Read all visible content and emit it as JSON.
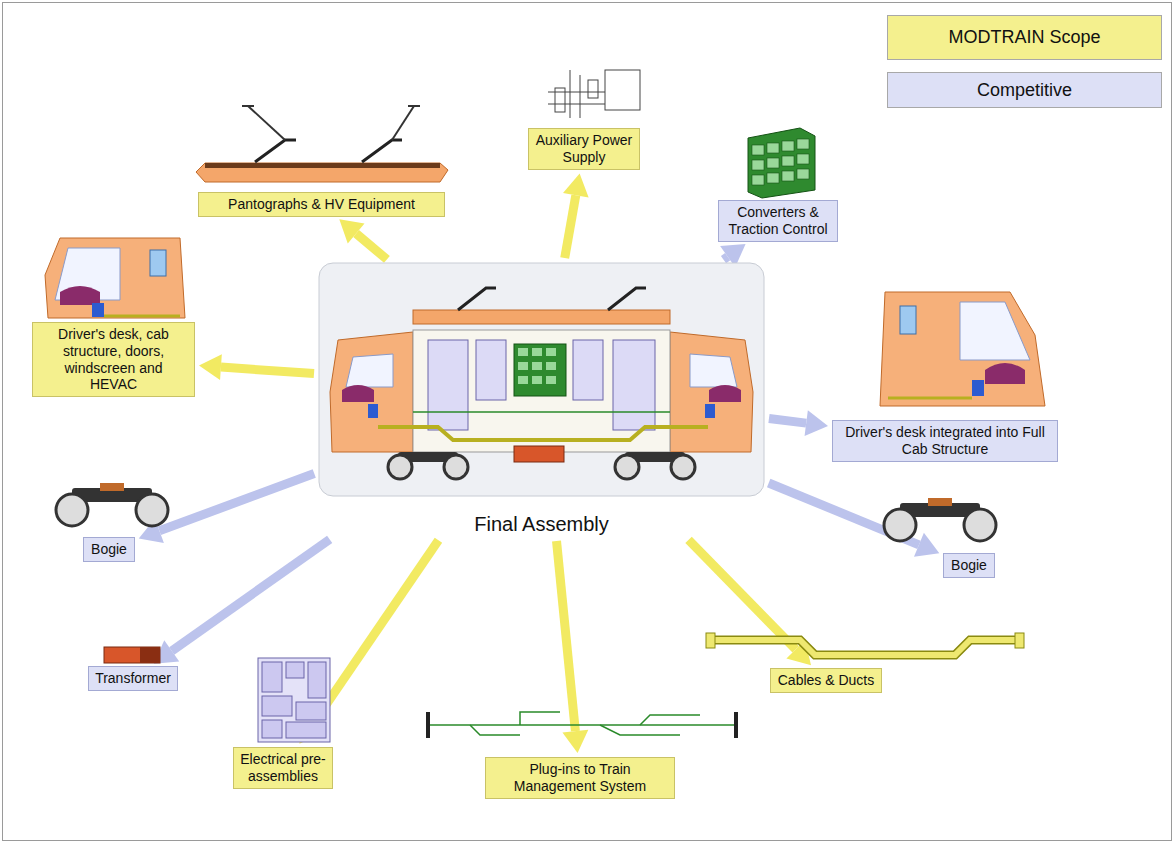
{
  "diagram": {
    "nodes": [
      {
        "text": [
          "Final Assembly"
        ]
      },
      {
        "text": [
          "Pantographs & HV Equipment"
        ]
      },
      {
        "text": [
          "Auxiliary Power Supply"
        ]
      },
      {
        "text": [
          "Converters & Traction Control"
        ]
      },
      {
        "text": [
          "Driver's desk, cab structure, doors, windscreen and HEVAC"
        ]
      },
      {
        "text": [
          "Driver's desk integrated into Full Cab Structure"
        ]
      },
      {
        "text": [
          "Bogie"
        ]
      },
      {
        "text": [
          "Bogie"
        ]
      },
      {
        "text": [
          "Transformer"
        ]
      },
      {
        "text": [
          "Electrical pre-assemblies"
        ]
      },
      {
        "text": [
          "Plug-ins to Train Management System"
        ]
      },
      {
        "text": [
          "Cables & Ducts"
        ]
      }
    ],
    "edges": [
      {
        "from": 0,
        "to": 1,
        "arrow": "to"
      },
      {
        "from": 0,
        "to": 2,
        "arrow": "to"
      },
      {
        "from": 0,
        "to": 3,
        "arrow": "to"
      },
      {
        "from": 0,
        "to": 4,
        "arrow": "to"
      },
      {
        "from": 0,
        "to": 5,
        "arrow": "to"
      },
      {
        "from": 0,
        "to": 6,
        "arrow": "to"
      },
      {
        "from": 0,
        "to": 7,
        "arrow": "to"
      },
      {
        "from": 0,
        "to": 8,
        "arrow": "to"
      },
      {
        "from": 0,
        "to": 9,
        "arrow": "to"
      },
      {
        "from": 0,
        "to": 10,
        "arrow": "to"
      },
      {
        "from": 0,
        "to": 11,
        "arrow": "to"
      }
    ],
    "legend": [
      {
        "text": "MODTRAIN Scope",
        "color": "#f4f08e"
      },
      {
        "text": "Competitive",
        "color": "#dde0f6"
      }
    ]
  }
}
